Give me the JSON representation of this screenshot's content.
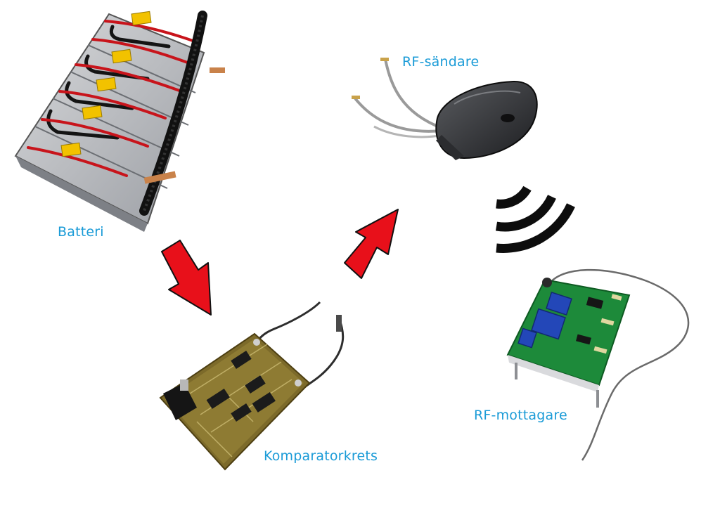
{
  "diagram": {
    "label_color": "#1a9bd7",
    "arrow_color": "#e8101a",
    "labels": {
      "battery": "Batteri",
      "transmitter": "RF-sändare",
      "comparator": "Komparatorkrets",
      "receiver": "RF-mottagare"
    },
    "components": [
      {
        "id": "battery",
        "icon": "battery-pack-icon"
      },
      {
        "id": "comparator",
        "icon": "circuit-board-icon"
      },
      {
        "id": "transmitter",
        "icon": "key-fob-transmitter-icon"
      },
      {
        "id": "receiver",
        "icon": "receiver-board-icon"
      }
    ],
    "signal_icon": "wireless-signal-icon"
  }
}
